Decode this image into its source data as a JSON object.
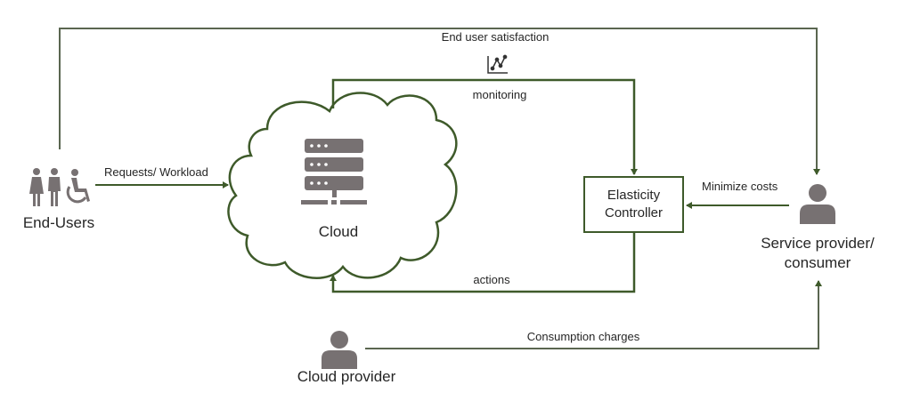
{
  "colors": {
    "line": "#3e5a2a",
    "icon": "#777172",
    "text": "#262626"
  },
  "nodes": {
    "end_users": {
      "label": "End-Users",
      "icon": "people-with-wheelchair-icon"
    },
    "cloud": {
      "label": "Cloud",
      "icon": "server-stack-icon"
    },
    "controller": {
      "line1": "Elasticity",
      "line2": "Controller"
    },
    "service_provider": {
      "line1": "Service provider/",
      "line2": "consumer",
      "icon": "person-icon"
    },
    "cloud_provider": {
      "label": "Cloud provider",
      "icon": "person-icon"
    }
  },
  "edges": {
    "end_user_satisfaction": "End user satisfaction",
    "requests_workload": "Requests/ Workload",
    "monitoring": "monitoring",
    "monitoring_icon": "line-chart-icon",
    "actions": "actions",
    "minimize_costs": "Minimize costs",
    "consumption_charges": "Consumption charges"
  }
}
